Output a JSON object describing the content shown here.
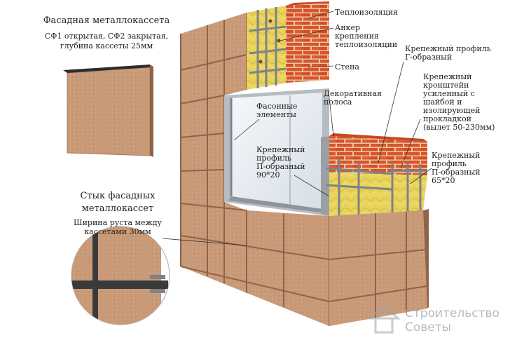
{
  "title_block": {
    "title": "Фасадная металлокассета",
    "subtitle_1": "СФ1 открытая, СФ2 закрытая,",
    "subtitle_2": "глубина кассеты 25мм"
  },
  "joint_block": {
    "title_1": "Стык фасадных",
    "title_2": "металлокассет",
    "subtitle_1": "Ширина руста между",
    "subtitle_2": "кассетами 30мм"
  },
  "labels": {
    "insulation": "Теплоизоляция",
    "anchor": "Анкер\nкрепления\nтеплоизоляции",
    "wall": "Стена",
    "profile_g": "Крепежный профиль\nГ-образный",
    "decor_strip": "Декоративная\nполоса",
    "bracket": "Крепежный\nкронштейн\nусиленный с\nшайбой и\nизолирующей\nпрокладкой\n(вылет 50-230мм)",
    "shaped_elements": "Фасонные\nэлементы",
    "profile_p90": "Крепежный\nпрофиль\nП-образный\n90*20",
    "profile_p65": "Крепежный\nпрофиль\nП-образный\n65*20"
  },
  "watermark": {
    "line1": "Строительство",
    "line2": "Советы"
  },
  "colors": {
    "panel": "#c99a78",
    "panel_dark": "#a87a5c",
    "panel_shadow": "#8e6448",
    "brick": "#d9542a",
    "mortar": "#e8c7a6",
    "insulation": "#e9d35a",
    "frame": "#9aa0a6",
    "glass": "#e4eaf0"
  }
}
